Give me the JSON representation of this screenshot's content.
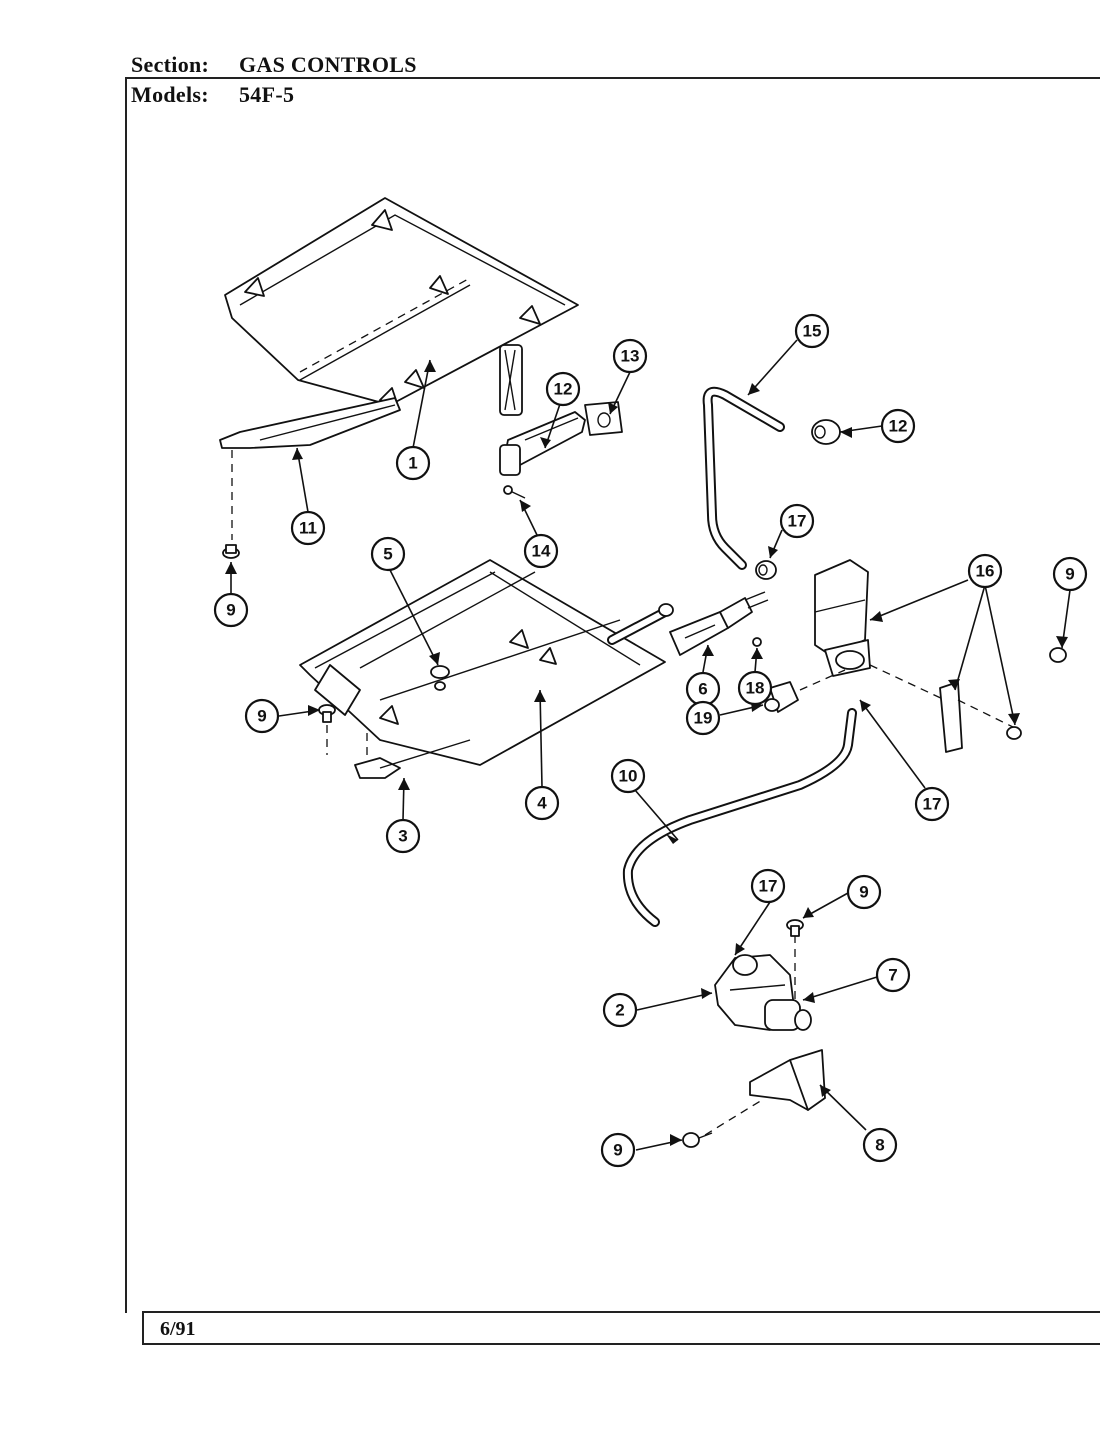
{
  "header": {
    "section_label": "Section:",
    "section_value": "GAS CONTROLS",
    "models_label": "Models:",
    "models_value": "54F-5"
  },
  "footer": {
    "date": "6/91"
  },
  "callouts": [
    {
      "id": "c1",
      "label": "1"
    },
    {
      "id": "c11",
      "label": "11"
    },
    {
      "id": "c9a",
      "label": "9"
    },
    {
      "id": "c12a",
      "label": "12"
    },
    {
      "id": "c13",
      "label": "13"
    },
    {
      "id": "c14",
      "label": "14"
    },
    {
      "id": "c15",
      "label": "15"
    },
    {
      "id": "c12b",
      "label": "12"
    },
    {
      "id": "c17a",
      "label": "17"
    },
    {
      "id": "c16",
      "label": "16"
    },
    {
      "id": "c9b",
      "label": "9"
    },
    {
      "id": "c5",
      "label": "5"
    },
    {
      "id": "c6",
      "label": "6"
    },
    {
      "id": "c18",
      "label": "18"
    },
    {
      "id": "c9c",
      "label": "9"
    },
    {
      "id": "c4",
      "label": "4"
    },
    {
      "id": "c3",
      "label": "3"
    },
    {
      "id": "c19",
      "label": "19"
    },
    {
      "id": "c17b",
      "label": "17"
    },
    {
      "id": "c10",
      "label": "10"
    },
    {
      "id": "c17c",
      "label": "17"
    },
    {
      "id": "c9d",
      "label": "9"
    },
    {
      "id": "c7",
      "label": "7"
    },
    {
      "id": "c2",
      "label": "2"
    },
    {
      "id": "c8",
      "label": "8"
    },
    {
      "id": "c9e",
      "label": "9"
    }
  ]
}
